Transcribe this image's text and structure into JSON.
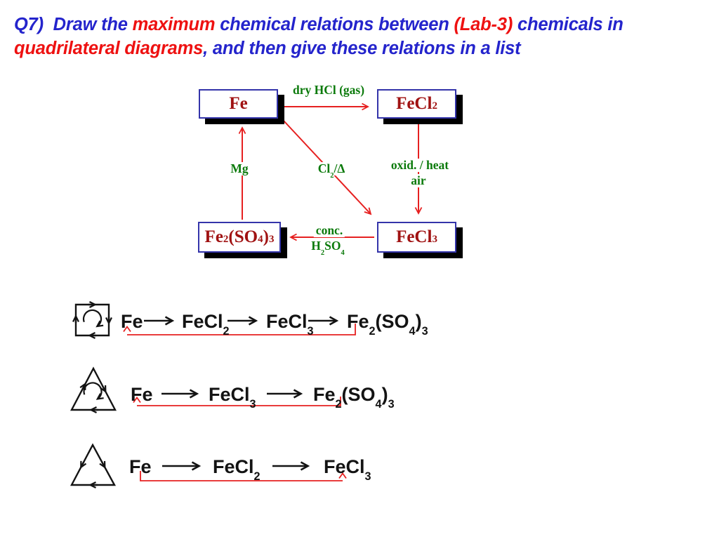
{
  "title": {
    "line1": [
      {
        "t": "Q7)  Draw the ",
        "c": "blue"
      },
      {
        "t": "maximum",
        "c": "red"
      },
      {
        "t": " chemical relations between ",
        "c": "blue"
      },
      {
        "t": "(Lab-3)",
        "c": "red"
      },
      {
        "t": " chemicals in",
        "c": "blue"
      }
    ],
    "line2": [
      {
        "t": "quadrilateral diagrams",
        "c": "red"
      },
      {
        "t": ", and then give these relations in a list",
        "c": "blue"
      }
    ]
  },
  "diagram": {
    "nodes": {
      "fe": [
        {
          "t": "Fe"
        }
      ],
      "fecl2": [
        {
          "t": "FeCl"
        },
        {
          "t": "2",
          "sub": true
        }
      ],
      "fe2so43": [
        {
          "t": "Fe"
        },
        {
          "t": "2",
          "sub": true
        },
        {
          "t": "(SO"
        },
        {
          "t": "4",
          "sub": true
        },
        {
          "t": ")"
        },
        {
          "t": "3",
          "sub": true
        }
      ],
      "fecl3": [
        {
          "t": "FeCl"
        },
        {
          "t": "3",
          "sub": true
        }
      ]
    },
    "edge_labels": {
      "dry_hcl": [
        {
          "t": "dry HCl (gas)"
        }
      ],
      "mg": [
        {
          "t": "Mg"
        }
      ],
      "cl2_delta": [
        {
          "t": "Cl"
        },
        {
          "t": "2",
          "sub": true
        },
        {
          "t": "/Δ"
        }
      ],
      "oxid_heat": [
        {
          "t": "oxid. / heat"
        }
      ],
      "air": [
        {
          "t": "air"
        }
      ],
      "conc": [
        {
          "t": "conc."
        }
      ],
      "h2so4": [
        {
          "t": "H"
        },
        {
          "t": "2",
          "sub": true
        },
        {
          "t": "SO"
        },
        {
          "t": "4",
          "sub": true
        }
      ]
    }
  },
  "list": {
    "row1": {
      "icon": "square-cycle",
      "items": {
        "i1": [
          {
            "t": "Fe"
          }
        ],
        "i2": [
          {
            "t": "FeCl"
          },
          {
            "t": "2",
            "sub": true
          }
        ],
        "i3": [
          {
            "t": "FeCl"
          },
          {
            "t": "3",
            "sub": true
          }
        ],
        "i4": [
          {
            "t": "Fe"
          },
          {
            "t": "2",
            "sub": true
          },
          {
            "t": "(SO"
          },
          {
            "t": "4",
            "sub": true
          },
          {
            "t": ")"
          },
          {
            "t": "3",
            "sub": true
          }
        ]
      }
    },
    "row2": {
      "icon": "triangle-cycle",
      "items": {
        "i1": [
          {
            "t": "Fe"
          }
        ],
        "i2": [
          {
            "t": "FeCl"
          },
          {
            "t": "3",
            "sub": true
          }
        ],
        "i3": [
          {
            "t": "Fe"
          },
          {
            "t": "2",
            "sub": true
          },
          {
            "t": "(SO"
          },
          {
            "t": "4",
            "sub": true
          },
          {
            "t": ")"
          },
          {
            "t": "3",
            "sub": true
          }
        ]
      }
    },
    "row3": {
      "icon": "triangle-plain",
      "items": {
        "i1": [
          {
            "t": "Fe"
          }
        ],
        "i2": [
          {
            "t": "FeCl"
          },
          {
            "t": "2",
            "sub": true
          }
        ],
        "i3": [
          {
            "t": "FeCl"
          },
          {
            "t": "3",
            "sub": true
          }
        ]
      }
    }
  },
  "colors": {
    "title_blue": "#2424cc",
    "highlight_red": "#ee1111",
    "label_green": "#0b7a0b",
    "chem_dark_red": "#a01212",
    "box_border_blue": "#3434aa",
    "arrow_red": "#e62020",
    "text_black": "#131313",
    "background": "#ffffff"
  }
}
